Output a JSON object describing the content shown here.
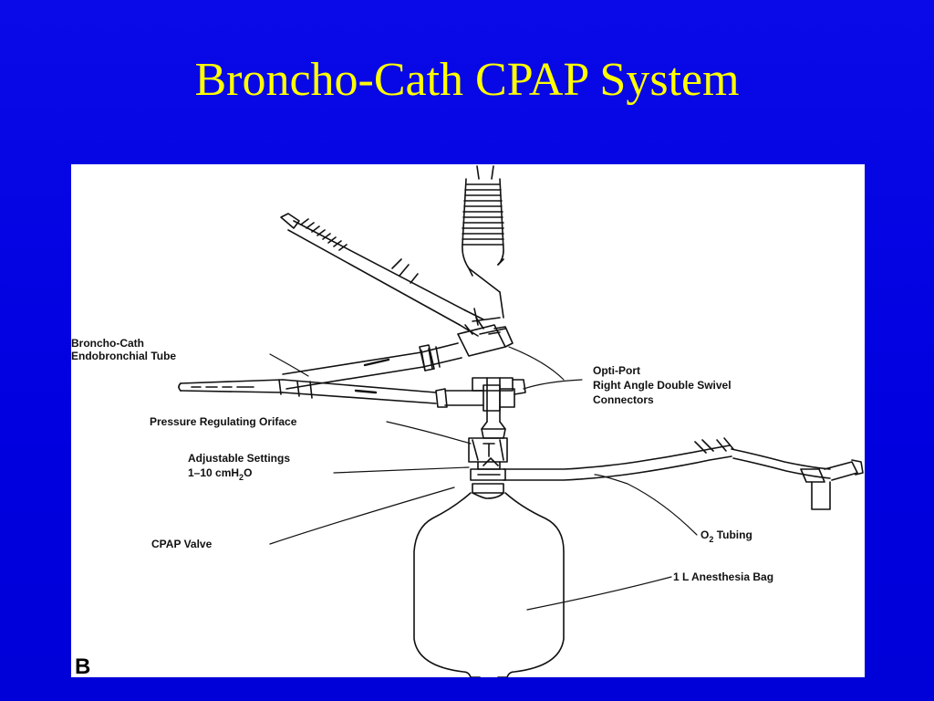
{
  "slide": {
    "title": "Broncho-Cath CPAP System"
  },
  "colors": {
    "background": "#0000e0",
    "title": "#ffff00",
    "panel": "#ffffff",
    "ink": "#111111"
  },
  "diagram": {
    "panel_letter": "B",
    "labels": {
      "tube_line1": "Broncho-Cath",
      "tube_line2": "Endobronchial Tube",
      "opti_line1": "Opti-Port",
      "opti_line2": "Right Angle Double Swivel",
      "opti_line3": "Connectors",
      "orifice": "Pressure Regulating Oriface",
      "settings_line1": "Adjustable Settings",
      "settings_line2": "1–10 cmH",
      "settings_sub": "2",
      "settings_suffix": "O",
      "valve": "CPAP Valve",
      "o2_prefix": "O",
      "o2_sub": "2",
      "o2_suffix": " Tubing",
      "bag": "1 L Anesthesia Bag"
    }
  }
}
